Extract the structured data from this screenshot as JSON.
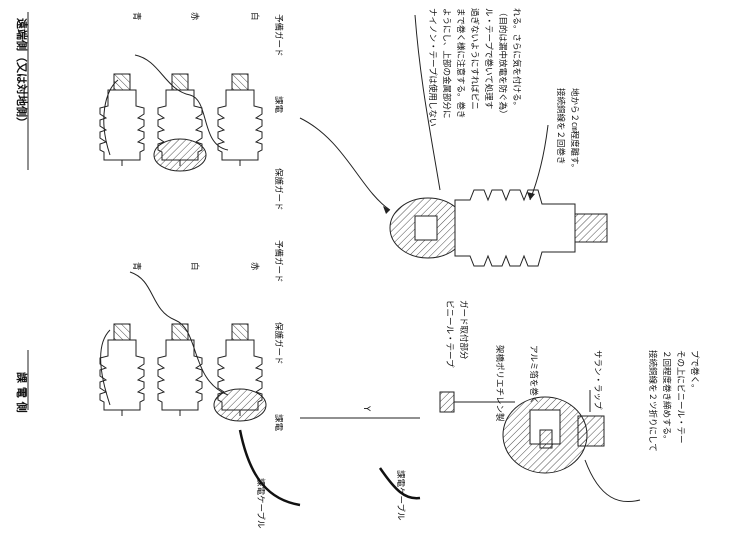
{
  "headings": {
    "left_section": "課 電 側",
    "right_section": "遠端側（又は対地側）"
  },
  "phase_labels": {
    "left": [
      "赤",
      "白",
      "青"
    ],
    "right": [
      "白",
      "赤",
      "青"
    ]
  },
  "role_labels": {
    "left": [
      "課電",
      "保護ガード",
      "予備ガード"
    ],
    "right": [
      "保護ガード",
      "課電",
      "予備ガード"
    ]
  },
  "labels": {
    "charging_cable_left": "課電ケーブル",
    "charging_cable_bottom": "課電ケーブル",
    "arrow_y": "Y",
    "vinyl_tape": "ビニール・テープ",
    "guard_attach": "ガード取付部分",
    "pe_tape": "架橋ポリエチレン製",
    "aluminum_foil": "アルミ箔を巻く",
    "saran_wrap": "サラン・ラップ",
    "guard_wire_top": "接続銅線を２回巻き",
    "guard_wire_top2": "地から２㎝程度離す。",
    "guard_wire_bottom": "接続銅線を２ツ折りにして\n２回程度巻き締めする。\nその上にビニール・テー\nプで巻く。",
    "note_top": "ナイノン・テープは使用しない\nようにし、上部の金属部分に\nまで巻く様に注意する。巻き\n過ぎないようにすればビニ\nル・テープで巻いて処理す\n（目的は漏中放電を防ぐ為）\nれる。さらに気を付ける。"
  }
}
